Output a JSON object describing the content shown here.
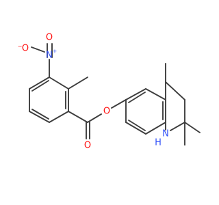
{
  "structure": {
    "atom_labels": {
      "nitro_n": {
        "text": "N",
        "charge": "+",
        "color": "#3050f8"
      },
      "nitro_o_neg": {
        "text": "O",
        "charge": "−",
        "color": "#ff0d0d"
      },
      "nitro_o": {
        "text": "O",
        "color": "#ff0d0d"
      },
      "carbonyl_o": {
        "text": "O",
        "color": "#ff0d0d"
      },
      "ester_o": {
        "text": "O",
        "color": "#ff0d0d"
      },
      "amine_n": {
        "text": "N",
        "color": "#3050f8"
      },
      "amine_h": {
        "text": "H",
        "color": "#3050f8"
      }
    }
  }
}
